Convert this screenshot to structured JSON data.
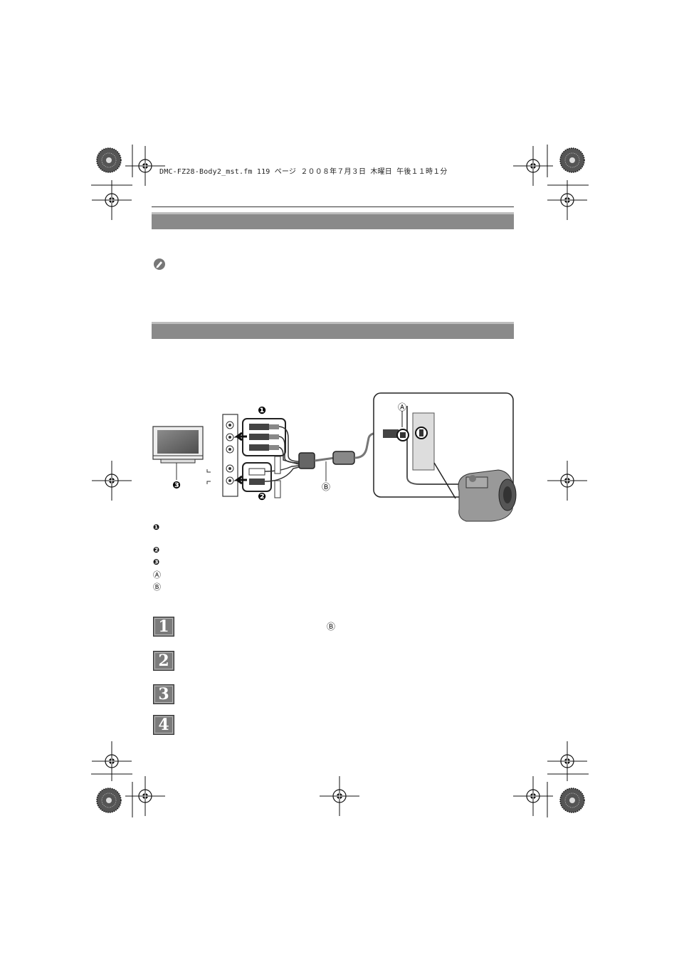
{
  "header": {
    "print_slug": "DMC-FZ28-Body2_mst.fm  119 ページ  ２００８年７月３日  木曜日  午後１１時１分"
  },
  "diagram_labels": {
    "callout_1": "❶",
    "callout_2": "❷",
    "callout_3": "❸",
    "callout_a": "Ⓐ",
    "callout_b": "Ⓑ"
  },
  "legend": [
    {
      "mark": "❶"
    },
    {
      "mark": "❷"
    },
    {
      "mark": "❸"
    },
    {
      "mark": "Ⓐ"
    },
    {
      "mark": "Ⓑ"
    }
  ],
  "steps": [
    {
      "num": "1",
      "inline_ref": "Ⓑ"
    },
    {
      "num": "2"
    },
    {
      "num": "3"
    },
    {
      "num": "4"
    }
  ]
}
